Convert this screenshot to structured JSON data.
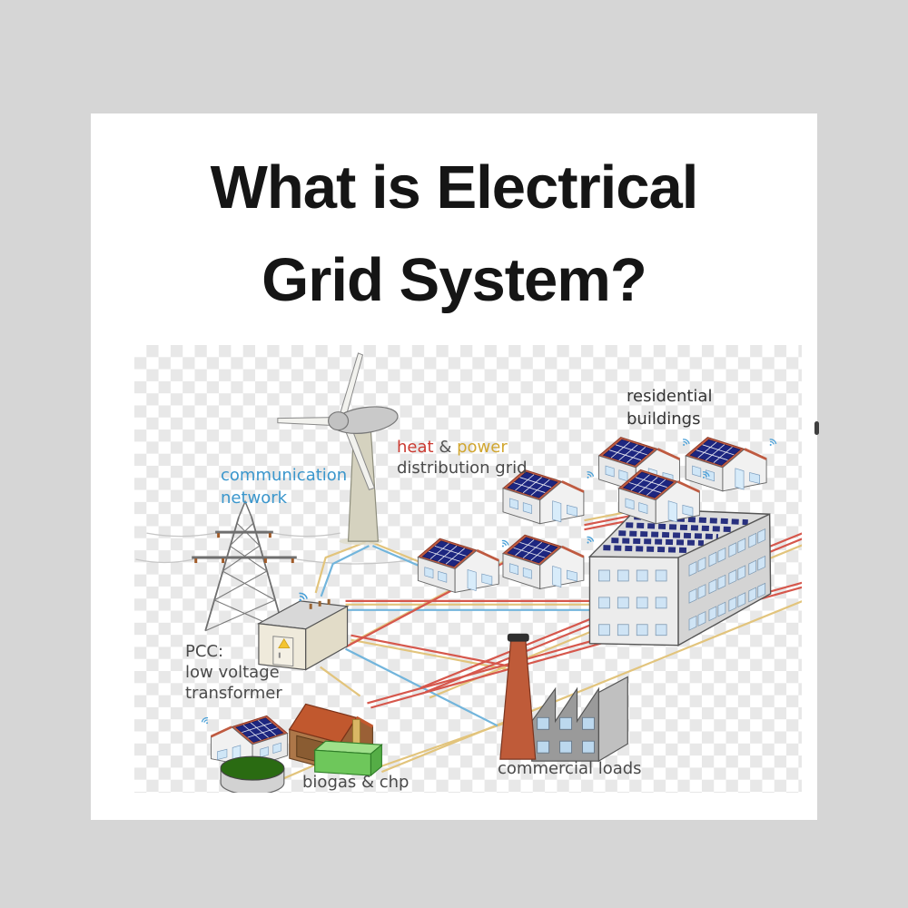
{
  "window": {
    "background_color": "#d6d6d6",
    "card_background": "#ffffff",
    "checker_color": "#e8e8e8"
  },
  "title": {
    "line1": "What is Electrical",
    "line2": "Grid System?",
    "color": "#151515"
  },
  "diagram": {
    "labels": {
      "communication_network": {
        "line1": "communication",
        "line2": "network",
        "color": "#3a96cc"
      },
      "heat_power_grid": {
        "word_heat": "heat",
        "word_amp": "&",
        "word_power": "power",
        "line2": "distribution grid",
        "heat_color": "#cb3a31",
        "power_color": "#d1a62f",
        "base_color": "#4a4a4a"
      },
      "residential_buildings": {
        "line1": "residential",
        "line2": "buildings",
        "color": "#333333"
      },
      "pcc_transformer": {
        "line1": "PCC:",
        "line2": "low voltage",
        "line3": "transformer",
        "color": "#4a4a4a"
      },
      "biogas_chp": {
        "text": "biogas & chp",
        "color": "#4a4a4a"
      },
      "commercial_loads": {
        "text": "commercial loads",
        "color": "#4a4a4a"
      }
    },
    "wire_colors": {
      "communication": "#72b5dc",
      "power": "#e2c47c",
      "heat": "#d6574c",
      "pylon_line": "#c6c6c6"
    },
    "component_icons": [
      "wind-turbine-icon",
      "transmission-tower-icon",
      "pcc-transformer-station-icon",
      "residential-house-solar-icon",
      "apartment-building-solar-icon",
      "factory-icon",
      "chimney-icon",
      "barn-icon",
      "biogas-digester-icon",
      "chp-unit-icon",
      "wifi-signal-icon"
    ]
  }
}
